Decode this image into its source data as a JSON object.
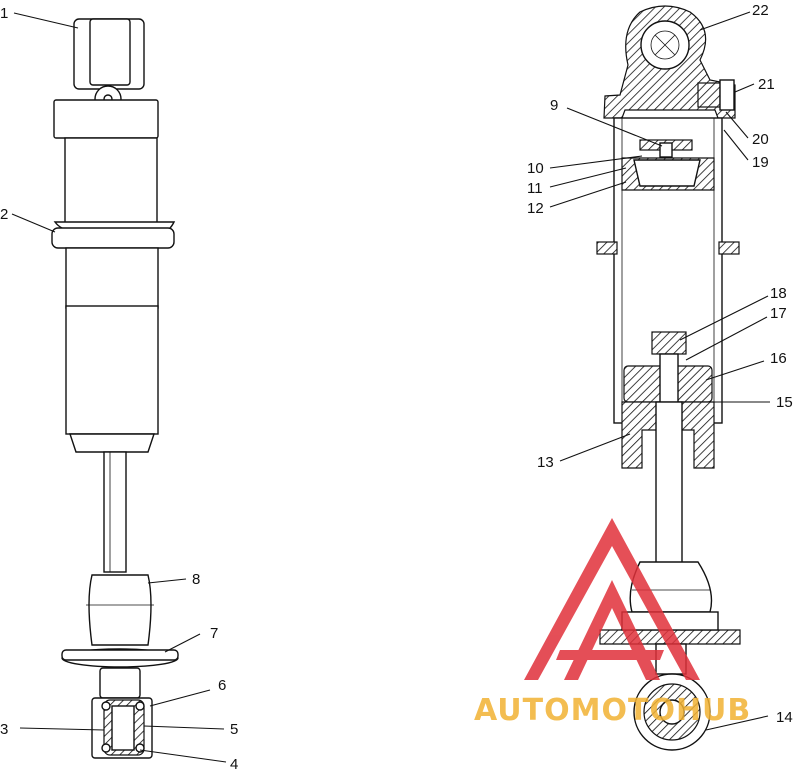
{
  "labels": {
    "l1": "1",
    "l2": "2",
    "l3": "3",
    "l4": "4",
    "l5": "5",
    "l6": "6",
    "l7": "7",
    "l8": "8",
    "l9": "9",
    "l10": "10",
    "l11": "11",
    "l12": "12",
    "l13": "13",
    "l14": "14",
    "l15": "15",
    "l16": "16",
    "l17": "17",
    "l18": "18",
    "l19": "19",
    "l20": "20",
    "l21": "21",
    "l22": "22"
  },
  "watermark": {
    "text": "AUTOMOTOHUB",
    "color_triangle": "#e0303a",
    "color_text": "#f2b233"
  }
}
